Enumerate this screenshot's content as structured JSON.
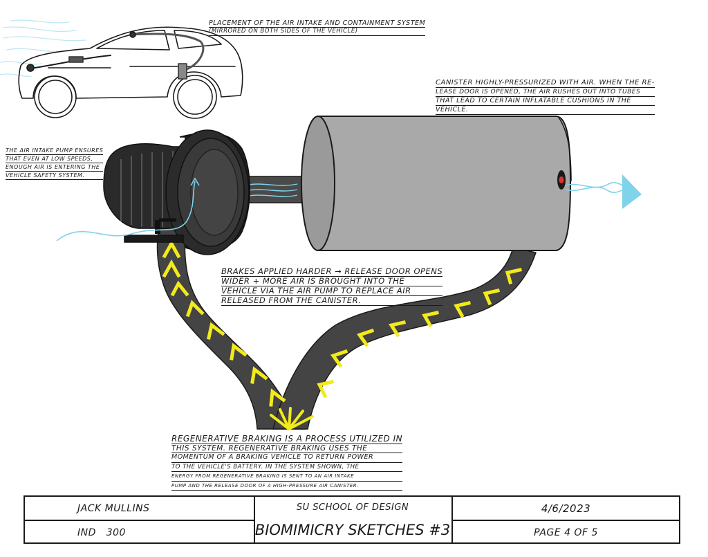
{
  "notes": {
    "placement": [
      "PLACEMENT OF THE AIR INTAKE AND CONTAINMENT SYSTEM",
      "(MIRRORED ON BOTH SIDES OF THE VEHICLE)"
    ],
    "canister": [
      "CANISTER HIGHLY-PRESSURIZED WITH AIR. WHEN THE RE-",
      "LEASE DOOR IS OPENED, THE AIR RUSHES OUT INTO TUBES",
      "THAT LEAD TO CERTAIN INFLATABLE CUSHIONS IN THE",
      "VEHICLE."
    ],
    "intake": [
      "THE AIR INTAKE PUMP ENSURES",
      "THAT EVEN AT LOW SPEEDS,",
      "ENOUGH AIR IS ENTERING THE",
      "VEHICLE SAFETY SYSTEM."
    ],
    "brakes": [
      "BRAKES APPLIED HARDER → RELEASE DOOR OPENS",
      "WIDER + MORE AIR IS BROUGHT INTO THE",
      "VEHICLE VIA THE AIR PUMP TO REPLACE AIR",
      "RELEASED FROM THE CANISTER."
    ],
    "regen": [
      "REGENERATIVE BRAKING IS A PROCESS UTILIZED IN",
      "THIS SYSTEM. REGENERATIVE BRAKING USES THE",
      "MOMENTUM OF A BRAKING VEHICLE TO RETURN POWER",
      "TO THE VEHICLE'S BATTERY. IN THE SYSTEM SHOWN, THE",
      "ENERGY FROM REGENERATIVE BRAKING IS SENT TO AN AIR INTAKE",
      "PUMP AND THE RELEASE DOOR OF A HIGH-PRESSURE AIR CANISTER."
    ]
  },
  "title_block": {
    "author": "JACK MULLINS",
    "course": "IND   300",
    "school": "SU SCHOOL OF DESIGN",
    "title": "BIOMIMICRY SKETCHES #3",
    "date": "4/6/2023",
    "page": "PAGE 4 OF 5"
  },
  "colors": {
    "ink": "#1a1a1a",
    "air": "#7fd3ea",
    "canister": "#a9a9a9",
    "pump": "#1f1f1f",
    "energy_arrow": "#f2ea1a",
    "energy_path": "#444444",
    "release_door": "#e03131"
  }
}
